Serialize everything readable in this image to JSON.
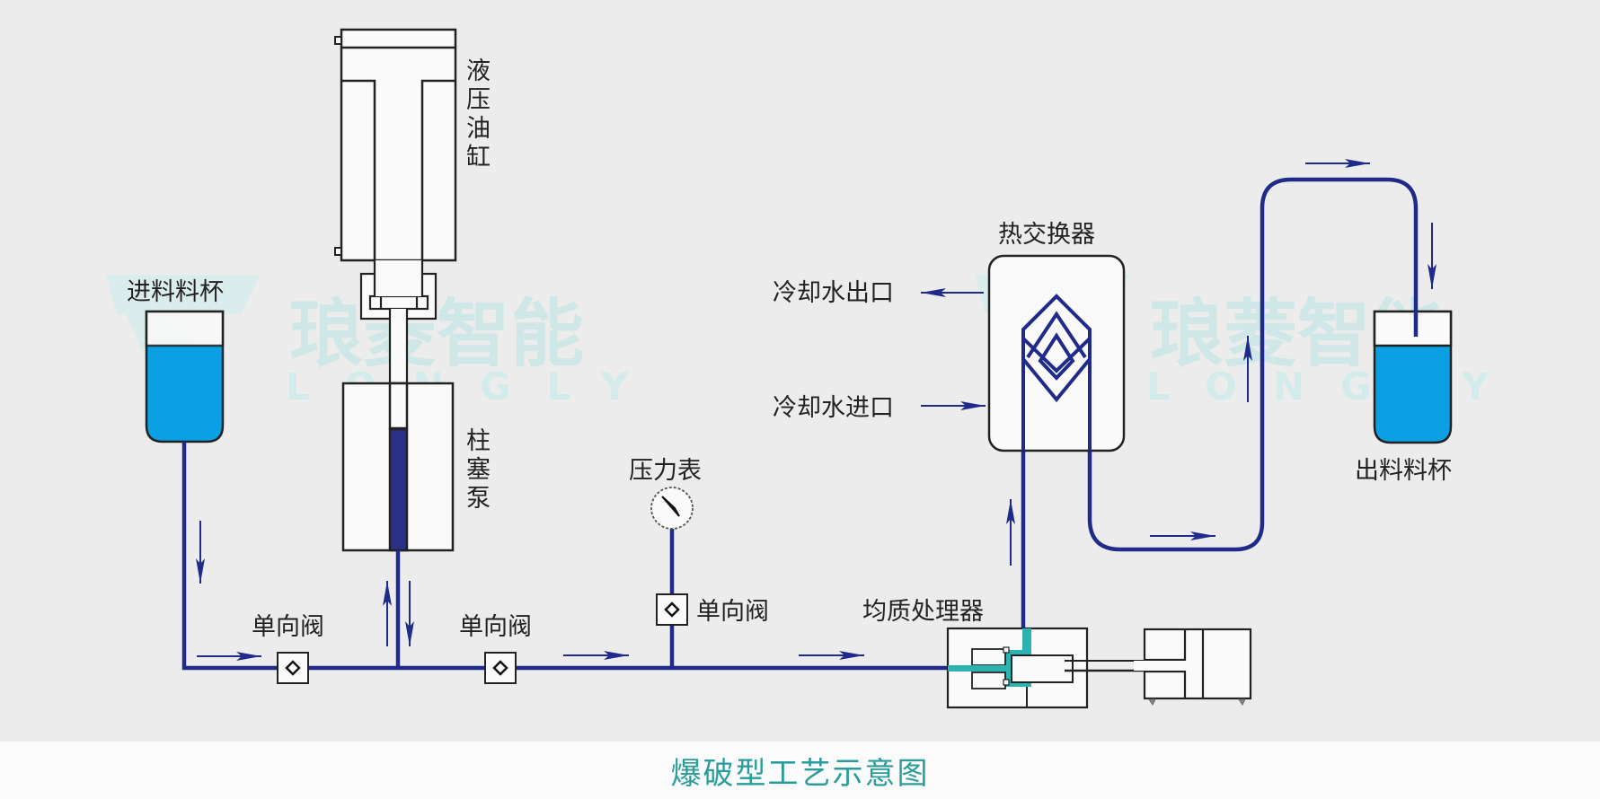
{
  "title": "爆破型工艺示意图",
  "colors": {
    "pipe": "#1f2a8a",
    "liquid": "#0aa0e3",
    "teal": "#2bb3b1",
    "caption": "#2a9d9a",
    "watermark": "#cfe7e7"
  },
  "watermark": {
    "brand_cn": "琅菱智能",
    "brand_en": "LONGLY"
  },
  "labels": {
    "hydraulic_cylinder": [
      "液",
      "压",
      "油",
      "缸"
    ],
    "plunger_pump": [
      "柱",
      "塞",
      "泵"
    ],
    "inlet_cup": "进料料杯",
    "outlet_cup": "出料料杯",
    "check_valve_1": "单向阀",
    "check_valve_2": "单向阀",
    "check_valve_3": "单向阀",
    "pressure_gauge": "压力表",
    "homogenizer": "均质处理器",
    "heat_exchanger": "热交换器",
    "cooling_water_out": "冷却水出口",
    "cooling_water_in": "冷却水进口"
  }
}
